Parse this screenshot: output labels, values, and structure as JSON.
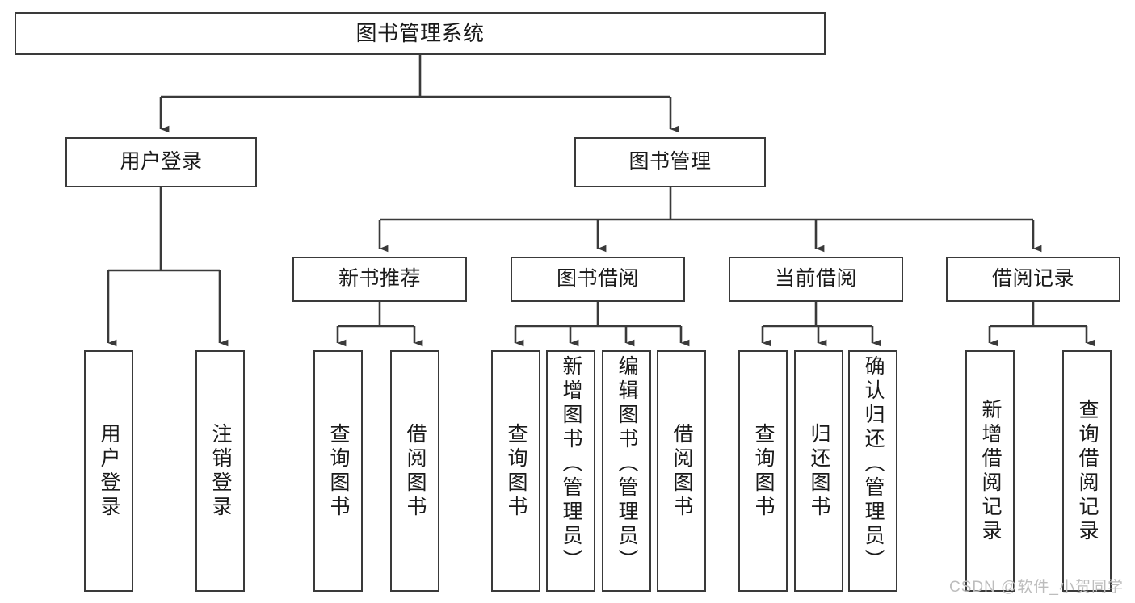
{
  "diagram": {
    "title": "图书管理系统",
    "type": "hierarchy-tree",
    "watermark": "CSDN @软件_小贺同学",
    "stroke_color": "#3a3a3a",
    "fill_color": "#ffffff",
    "text_color": "#1a1a1a",
    "watermark_color": "#bdbdbd"
  },
  "nodes": {
    "root": {
      "label": "图书管理系统"
    },
    "level2": [
      {
        "id": "user-login",
        "label": "用户登录"
      },
      {
        "id": "book-management",
        "label": "图书管理"
      }
    ],
    "level3": [
      {
        "id": "new-book-recommend",
        "label": "新书推荐"
      },
      {
        "id": "book-borrow",
        "label": "图书借阅"
      },
      {
        "id": "current-borrow",
        "label": "当前借阅"
      },
      {
        "id": "borrow-record",
        "label": "借阅记录"
      }
    ],
    "leaves": {
      "user_login": [
        {
          "id": "leaf-user-login",
          "label": "用户登录"
        },
        {
          "id": "leaf-logout-login",
          "label": "注销登录"
        }
      ],
      "new_book_recommend": [
        {
          "id": "leaf-query-book-1",
          "label": "查询图书"
        },
        {
          "id": "leaf-borrow-book-1",
          "label": "借阅图书"
        }
      ],
      "book_borrow": [
        {
          "id": "leaf-query-book-2",
          "label": "查询图书"
        },
        {
          "id": "leaf-add-book",
          "label": "新增图书（管理员）"
        },
        {
          "id": "leaf-edit-book",
          "label": "编辑图书（管理员）"
        },
        {
          "id": "leaf-borrow-book-2",
          "label": "借阅图书"
        }
      ],
      "current_borrow": [
        {
          "id": "leaf-query-book-3",
          "label": "查询图书"
        },
        {
          "id": "leaf-return-book",
          "label": "归还图书"
        },
        {
          "id": "leaf-confirm-return",
          "label": "确认归还（管理员）"
        }
      ],
      "borrow_record": [
        {
          "id": "leaf-add-record",
          "label": "新增借阅记录"
        },
        {
          "id": "leaf-query-record",
          "label": "查询借阅记录"
        }
      ]
    }
  }
}
